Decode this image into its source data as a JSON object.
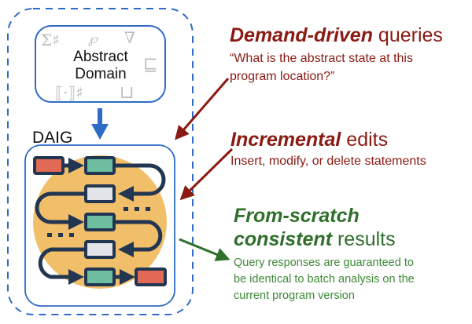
{
  "abstract_domain": {
    "label_line1": "Abstract",
    "label_line2": "Domain",
    "symbols": [
      "Σ♯",
      "℘",
      "∇",
      "⊑",
      "⟦·⟧♯",
      "⊔"
    ]
  },
  "daig": {
    "label": "DAIG"
  },
  "features": [
    {
      "title_emph": "Demand-driven",
      "title_rest": " queries",
      "desc": [
        "“What is the abstract state at this",
        "program location?”"
      ]
    },
    {
      "title_emph": "Incremental",
      "title_rest": " edits",
      "desc": [
        "Insert, modify, or delete statements"
      ]
    },
    {
      "title_emph_line1": "From-scratch",
      "title_emph": "consistent",
      "title_rest": " results",
      "desc": [
        "Query responses are guaranteed to",
        "be identical to batch analysis on the",
        "current program version"
      ]
    }
  ],
  "colors": {
    "blue": "#2e6bc6",
    "dark_red": "#8a1a12",
    "green": "#2f6e2b",
    "orange": "#f1bf6a",
    "node_red": "#e06a55",
    "node_green": "#6dbfa0",
    "node_grey": "#e2e4e8",
    "navy": "#233651"
  }
}
